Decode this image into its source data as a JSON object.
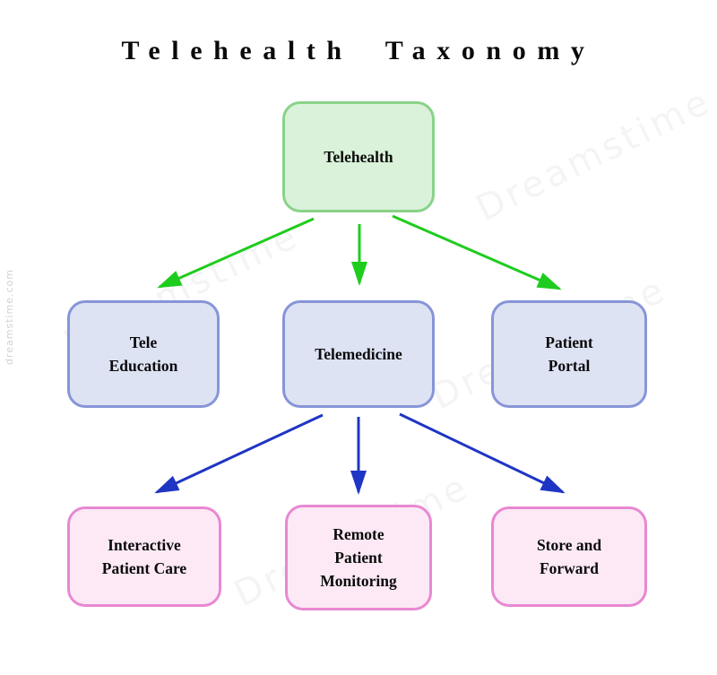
{
  "title": "Telehealth Taxonomy",
  "diagram": {
    "root": {
      "label": "Telehealth"
    },
    "level2": [
      {
        "label": "Tele\nEducation"
      },
      {
        "label": "Telemedicine"
      },
      {
        "label": "Patient\nPortal"
      }
    ],
    "level3": [
      {
        "label": "Interactive\nPatient Care"
      },
      {
        "label": "Remote\nPatient\nMonitoring"
      },
      {
        "label": "Store and\nForward"
      }
    ]
  },
  "colors": {
    "root_fill": "#d9f2d9",
    "root_border": "#8ad28a",
    "level2_fill": "#dee3f4",
    "level2_border": "#8795d8",
    "level3_fill": "#fce9f5",
    "level3_border": "#e888d2",
    "green_arrow": "#1ecc1e",
    "blue_arrow": "#1f35c4",
    "title_color": "#0a0a0a"
  },
  "watermark": {
    "brand": "Dreamstime",
    "site": "dreamstime.com"
  }
}
